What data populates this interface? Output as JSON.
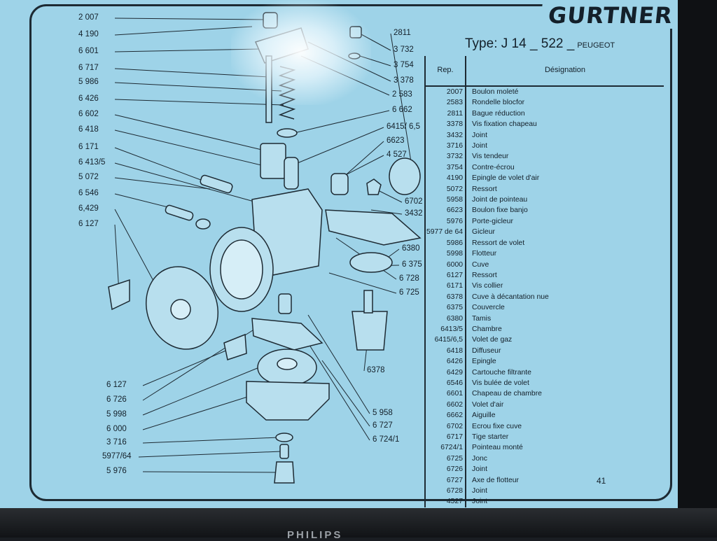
{
  "brand": "GURTNER",
  "type_label": "Type: J 14 _ 522 _",
  "make": "PEUGEOT",
  "table_header": {
    "rep": "Rep.",
    "designation": "Désignation"
  },
  "parts": [
    {
      "rep": "2007",
      "name": "Boulon moleté"
    },
    {
      "rep": "2583",
      "name": "Rondelle blocfor"
    },
    {
      "rep": "2811",
      "name": "Bague réduction"
    },
    {
      "rep": "3378",
      "name": "Vis fixation chapeau"
    },
    {
      "rep": "3432",
      "name": "Joint"
    },
    {
      "rep": "3716",
      "name": "Joint"
    },
    {
      "rep": "3732",
      "name": "Vis tendeur"
    },
    {
      "rep": "3754",
      "name": "Contre-écrou"
    },
    {
      "rep": "4190",
      "name": "Epingle de volet d'air"
    },
    {
      "rep": "5072",
      "name": "Ressort"
    },
    {
      "rep": "5958",
      "name": "Joint de pointeau"
    },
    {
      "rep": "6623",
      "name": "Boulon fixe banjo"
    },
    {
      "rep": "5976",
      "name": "Porte-gicleur"
    },
    {
      "rep": "5977 de 64",
      "name": "Gicleur"
    },
    {
      "rep": "5986",
      "name": "Ressort de volet"
    },
    {
      "rep": "5998",
      "name": "Flotteur"
    },
    {
      "rep": "6000",
      "name": "Cuve"
    },
    {
      "rep": "6127",
      "name": "Ressort"
    },
    {
      "rep": "6171",
      "name": "Vis collier"
    },
    {
      "rep": "6378",
      "name": "Cuve à décantation nue"
    },
    {
      "rep": "6375",
      "name": "Couvercle"
    },
    {
      "rep": "6380",
      "name": "Tamis"
    },
    {
      "rep": "6413/5",
      "name": "Chambre"
    },
    {
      "rep": "6415/6,5",
      "name": "Volet de gaz"
    },
    {
      "rep": "6418",
      "name": "Diffuseur"
    },
    {
      "rep": "6426",
      "name": "Epingle"
    },
    {
      "rep": "6429",
      "name": "Cartouche filtrante"
    },
    {
      "rep": "6546",
      "name": "Vis bulée de volet"
    },
    {
      "rep": "6601",
      "name": "Chapeau de chambre"
    },
    {
      "rep": "6602",
      "name": "Volet d'air"
    },
    {
      "rep": "6662",
      "name": "Aiguille"
    },
    {
      "rep": "6702",
      "name": "Ecrou fixe cuve"
    },
    {
      "rep": "6717",
      "name": "Tige starter"
    },
    {
      "rep": "6724/1",
      "name": "Pointeau monté"
    },
    {
      "rep": "6725",
      "name": "Jonc"
    },
    {
      "rep": "6726",
      "name": "Joint"
    },
    {
      "rep": "6727",
      "name": "Axe de flotteur"
    },
    {
      "rep": "6728",
      "name": "Joint"
    },
    {
      "rep": "4527",
      "name": "Joint"
    }
  ],
  "callouts_left": [
    "2 007",
    "4 190",
    "6 601",
    "6 717",
    "5 986",
    "6 426",
    "6 602",
    "6 418",
    "6 171",
    "6 413/5",
    "5 072",
    "6 546",
    "6,429",
    "6 127",
    "6 127",
    "6 726",
    "5 998",
    "6 000",
    "3 716",
    "5977/64",
    "5 976"
  ],
  "callouts_right": [
    "2811",
    "3 732",
    "3 754",
    "3 378",
    "2 583",
    "6 662",
    "6415/ 6,5",
    "6623",
    "4 527",
    "6702",
    "3432",
    "6380",
    "6 375",
    "6 728",
    "6 725",
    "6378",
    "5 958",
    "6 727",
    "6 724/1"
  ],
  "page_number": "41",
  "monitor_brand": "PHILIPS"
}
